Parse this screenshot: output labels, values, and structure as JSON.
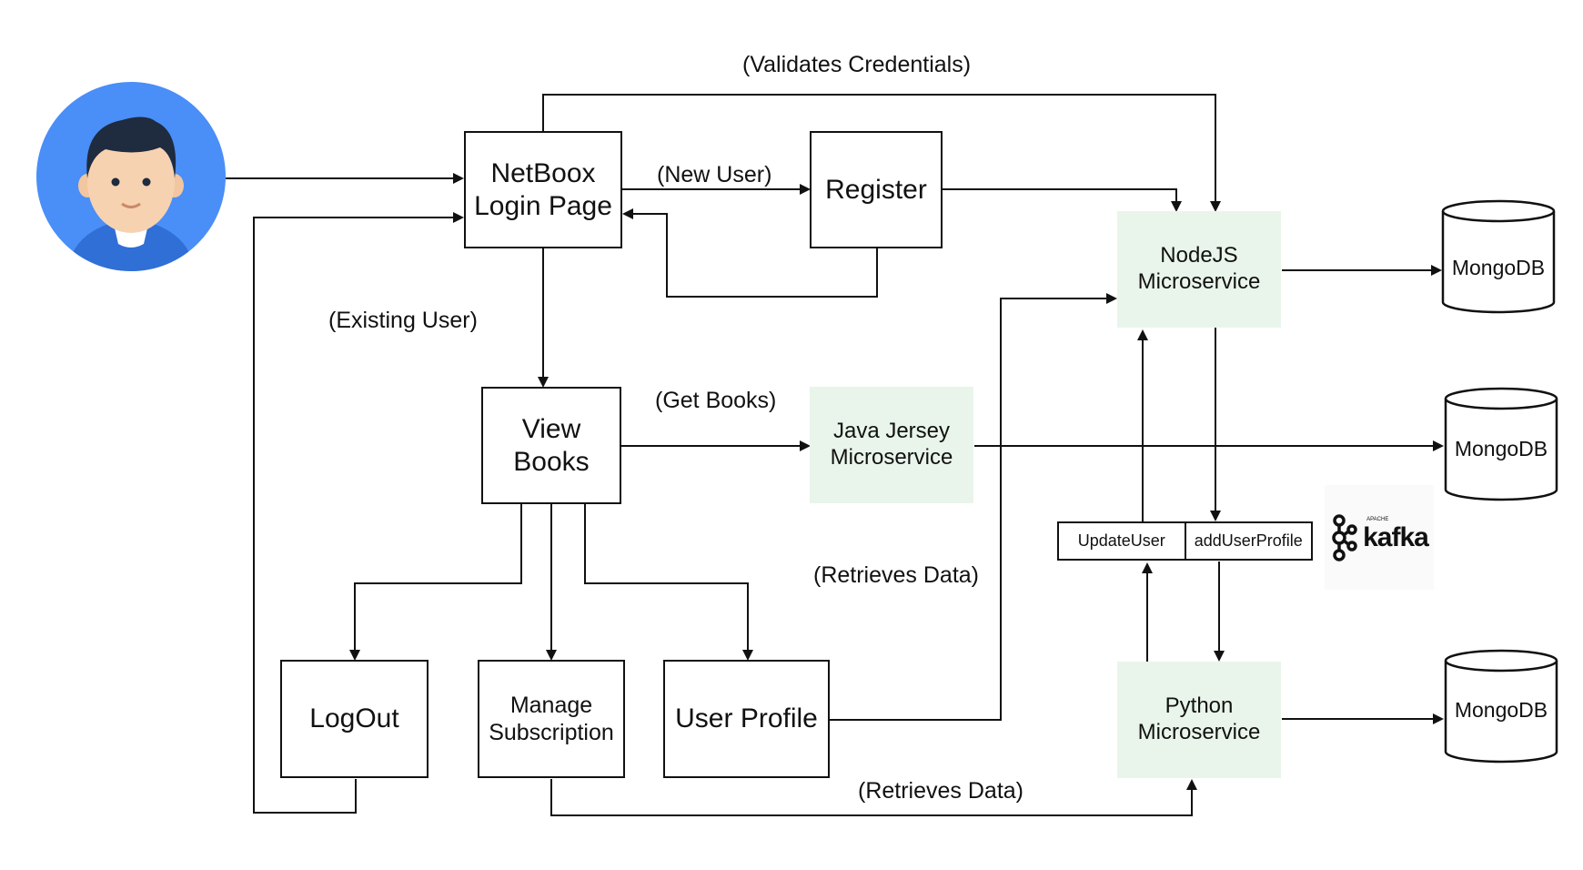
{
  "nodes": {
    "login_page": "NetBoox\nLogin Page",
    "register": "Register",
    "view_books": "View\nBooks",
    "logout": "LogOut",
    "manage_subscription": "Manage\nSubscription",
    "user_profile": "User Profile",
    "nodejs_service": "NodeJS\nMicroservice",
    "java_service": "Java Jersey\nMicroservice",
    "python_service": "Python\nMicroservice"
  },
  "databases": {
    "db_nodejs": "MongoDB",
    "db_java": "MongoDB",
    "db_python": "MongoDB"
  },
  "queue": {
    "left_topic": "UpdateUser",
    "right_topic": "addUserProfile"
  },
  "kafka_logo": {
    "word": "kafka",
    "sub": "APACHE"
  },
  "edge_labels": {
    "validates_credentials": "(Validates  Credentials)",
    "new_user": "(New User)",
    "existing_user": "(Existing User)",
    "get_books": "(Get Books)",
    "retrieves_data_profile": "(Retrieves Data)",
    "retrieves_data_subscription": "(Retrieves Data)"
  },
  "colors": {
    "service_fill": "#e9f5ea",
    "avatar_blue": "#4a8ef7",
    "line": "#111111"
  }
}
